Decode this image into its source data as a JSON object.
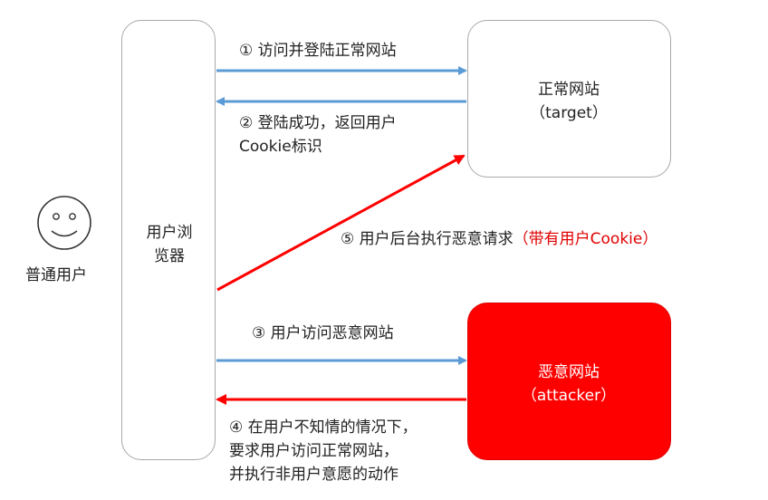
{
  "user": {
    "label": "普通用户"
  },
  "browser": {
    "line1": "用户浏",
    "line2": "览器"
  },
  "target": {
    "name": "正常网站",
    "tag": "（target）"
  },
  "attacker": {
    "name": "恶意网站",
    "tag": "（attacker）",
    "color": "#ff0000"
  },
  "steps": {
    "s1": "① 访问并登陆正常网站",
    "s2_line1": "② 登陆成功，返回用户",
    "s2_line2": "Cookie标识",
    "s3": "③ 用户访问恶意网站",
    "s4_line1": "④ 在用户不知情的情况下，",
    "s4_line2": "要求用户访问正常网站，",
    "s4_line3": "并执行非用户意愿的动作",
    "s5_main": "⑤ 用户后台执行恶意请求",
    "s5_note": "（带有用户Cookie）"
  },
  "colors": {
    "blue_arrow": "#5b9bd5",
    "red_arrow": "#ff0000",
    "note_red": "#e00000"
  }
}
